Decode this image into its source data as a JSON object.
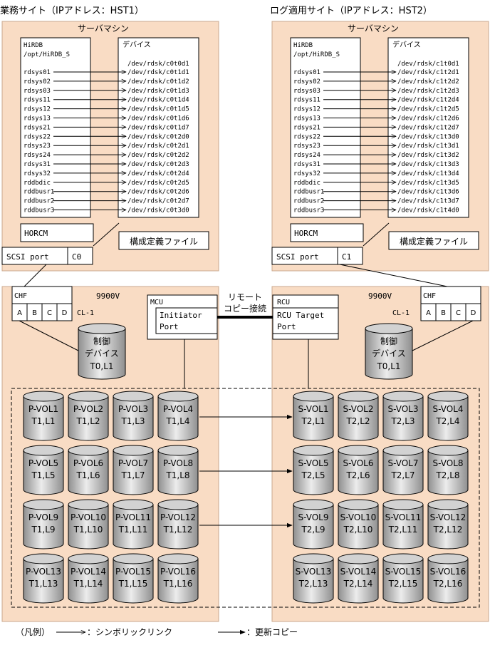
{
  "sites": [
    {
      "title": "業務サイト（IPアドレス：HST1）",
      "server_label": "サーバマシン",
      "hirdb_path": [
        "HiRDB",
        "/opt/HiRDB_S"
      ],
      "device_header": "デバイス",
      "device_first": "/dev/rdsk/c0t0d1",
      "symlinks": [
        {
          "name": "rdsys01",
          "device": "/dev/rdsk/c0t1d1"
        },
        {
          "name": "rdsys02",
          "device": "/dev/rdsk/c0t1d2"
        },
        {
          "name": "rdsys03",
          "device": "/dev/rdsk/c0t1d3"
        },
        {
          "name": "rdsys11",
          "device": "/dev/rdsk/c0t1d4"
        },
        {
          "name": "rdsys12",
          "device": "/dev/rdsk/c0t1d5"
        },
        {
          "name": "rdsys13",
          "device": "/dev/rdsk/c0t1d6"
        },
        {
          "name": "rdsys21",
          "device": "/dev/rdsk/c0t1d7"
        },
        {
          "name": "rdsys22",
          "device": "/dev/rdsk/c0t2d0"
        },
        {
          "name": "rdsys23",
          "device": "/dev/rdsk/c0t2d1"
        },
        {
          "name": "rdsys24",
          "device": "/dev/rdsk/c0t2d2"
        },
        {
          "name": "rdsys31",
          "device": "/dev/rdsk/c0t2d3"
        },
        {
          "name": "rdsys32",
          "device": "/dev/rdsk/c0t2d4"
        },
        {
          "name": "rddbdic",
          "device": "/dev/rdsk/c0t2d5"
        },
        {
          "name": "rddbusr1",
          "device": "/dev/rdsk/c0t2d6"
        },
        {
          "name": "rddbusr2",
          "device": "/dev/rdsk/c0t2d7"
        },
        {
          "name": "rddbusr3",
          "device": "/dev/rdsk/c0t3d0"
        }
      ],
      "horcm": "HORCM",
      "config_file": "構成定義ファイル",
      "scsi_port": "SCSI port",
      "port_id": "C0",
      "storage_model": "9900V",
      "chf": "CHF",
      "chf_ports": [
        "A",
        "B",
        "C",
        "D"
      ],
      "cluster": "CL-1",
      "control_device": [
        "制御",
        "デバイス",
        "T0,L1"
      ],
      "controller_title": "MCU",
      "controller_port": [
        "Initiator",
        "Port"
      ],
      "volumes": [
        [
          "P-VOL1",
          "T1,L1"
        ],
        [
          "P-VOL2",
          "T1,L2"
        ],
        [
          "P-VOL3",
          "T1,L3"
        ],
        [
          "P-VOL4",
          "T1,L4"
        ],
        [
          "P-VOL5",
          "T1,L5"
        ],
        [
          "P-VOL6",
          "T1,L6"
        ],
        [
          "P-VOL7",
          "T1,L7"
        ],
        [
          "P-VOL8",
          "T1,L8"
        ],
        [
          "P-VOL9",
          "T1,L9"
        ],
        [
          "P-VOL10",
          "T1,L10"
        ],
        [
          "P-VOL11",
          "T1,L11"
        ],
        [
          "P-VOL12",
          "T1,L12"
        ],
        [
          "P-VOL13",
          "T1,L13"
        ],
        [
          "P-VOL14",
          "T1,L14"
        ],
        [
          "P-VOL15",
          "T1,L15"
        ],
        [
          "P-VOL16",
          "T1,L16"
        ]
      ]
    },
    {
      "title": "ログ適用サイト（IPアドレス：HST2）",
      "server_label": "サーバマシン",
      "hirdb_path": [
        "HiRDB",
        "/opt/HiRDB_S"
      ],
      "device_header": "デバイス",
      "device_first": "/dev/rdsk/c1t0d1",
      "symlinks": [
        {
          "name": "rdsys01",
          "device": "/dev/rdsk/c1t2d1"
        },
        {
          "name": "rdsys02",
          "device": "/dev/rdsk/c1t2d2"
        },
        {
          "name": "rdsys03",
          "device": "/dev/rdsk/c1t2d3"
        },
        {
          "name": "rdsys11",
          "device": "/dev/rdsk/c1t2d4"
        },
        {
          "name": "rdsys12",
          "device": "/dev/rdsk/c1t2d5"
        },
        {
          "name": "rdsys13",
          "device": "/dev/rdsk/c1t2d6"
        },
        {
          "name": "rdsys21",
          "device": "/dev/rdsk/c1t2d7"
        },
        {
          "name": "rdsys22",
          "device": "/dev/rdsk/c1t3d0"
        },
        {
          "name": "rdsys23",
          "device": "/dev/rdsk/c1t3d1"
        },
        {
          "name": "rdsys24",
          "device": "/dev/rdsk/c1t3d2"
        },
        {
          "name": "rdsys31",
          "device": "/dev/rdsk/c1t3d3"
        },
        {
          "name": "rdsys32",
          "device": "/dev/rdsk/c1t3d4"
        },
        {
          "name": "rddbdic",
          "device": "/dev/rdsk/c1t3d5"
        },
        {
          "name": "rddbusr1",
          "device": "/dev/rdsk/c1t3d6"
        },
        {
          "name": "rddbusr2",
          "device": "/dev/rdsk/c1t3d7"
        },
        {
          "name": "rddbusr3",
          "device": "/dev/rdsk/c1t4d0"
        }
      ],
      "horcm": "HORCM",
      "config_file": "構成定義ファイル",
      "scsi_port": "SCSI port",
      "port_id": "C1",
      "storage_model": "9900V",
      "chf": "CHF",
      "chf_ports": [
        "A",
        "B",
        "C",
        "D"
      ],
      "cluster": "CL-1",
      "control_device": [
        "制御",
        "デバイス",
        "T0,L1"
      ],
      "controller_title": "RCU",
      "controller_port": [
        "RCU Target",
        "Port"
      ],
      "volumes": [
        [
          "S-VOL1",
          "T2,L1"
        ],
        [
          "S-VOL2",
          "T2,L2"
        ],
        [
          "S-VOL3",
          "T2,L3"
        ],
        [
          "S-VOL4",
          "T2,L4"
        ],
        [
          "S-VOL5",
          "T2,L5"
        ],
        [
          "S-VOL6",
          "T2,L6"
        ],
        [
          "S-VOL7",
          "T2,L7"
        ],
        [
          "S-VOL8",
          "T2,L8"
        ],
        [
          "S-VOL9",
          "T2,L9"
        ],
        [
          "S-VOL10",
          "T2,L10"
        ],
        [
          "S-VOL11",
          "T2,L11"
        ],
        [
          "S-VOL12",
          "T2,L12"
        ],
        [
          "S-VOL13",
          "T2,L13"
        ],
        [
          "S-VOL14",
          "T2,L14"
        ],
        [
          "S-VOL15",
          "T2,L15"
        ],
        [
          "S-VOL16",
          "T2,L16"
        ]
      ]
    }
  ],
  "remote_copy": [
    "リモート",
    "コピー接続"
  ],
  "copied_rows": [
    0,
    1,
    2
  ],
  "legend": {
    "prefix": "（凡例）",
    "symlink": "：シンボリックリンク",
    "update_copy": "：更新コピー"
  },
  "colors": {
    "site_fill": "#f9dcc4",
    "volume_light": "#ececec",
    "volume_dark": "#8f8f8f",
    "line": "#000000"
  }
}
